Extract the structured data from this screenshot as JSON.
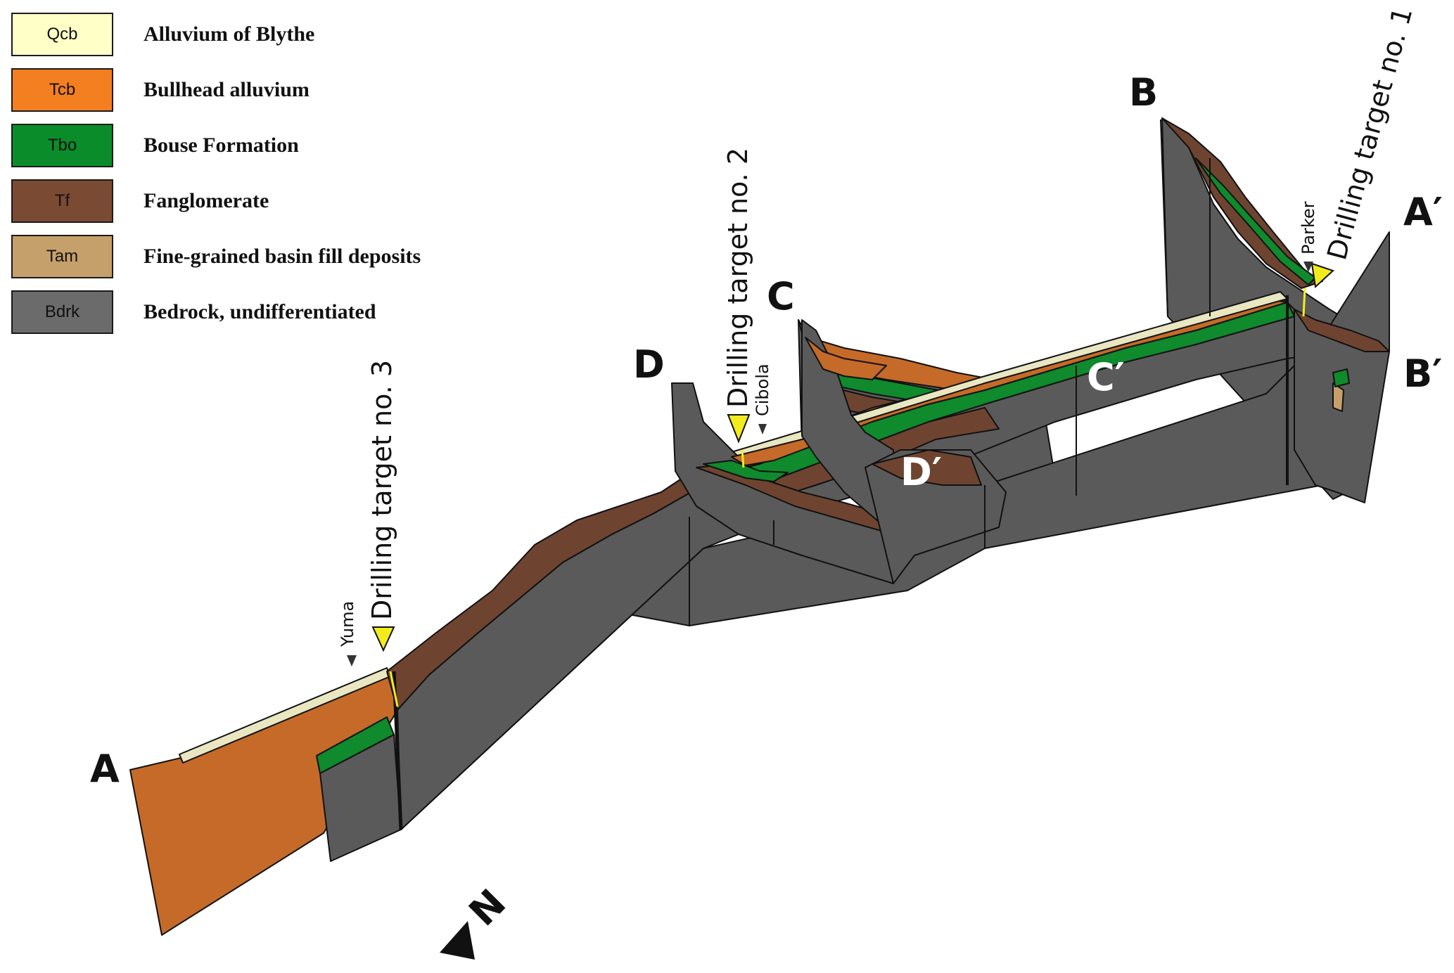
{
  "legend": [
    {
      "code": "Qcb",
      "label": "Alluvium of Blythe",
      "color": "#ffffc8"
    },
    {
      "code": "Tcb",
      "label": "Bullhead alluvium",
      "color": "#f47f20"
    },
    {
      "code": "Tbo",
      "label": "Bouse Formation",
      "color": "#0a8c2a"
    },
    {
      "code": "Tf",
      "label": "Fanglomerate",
      "color": "#7b4a33"
    },
    {
      "code": "Tam",
      "label": "Fine-grained basin fill deposits",
      "color": "#c6a06a"
    },
    {
      "code": "Bdrk",
      "label": "Bedrock, undifferentiated",
      "color": "#6b6b6b"
    }
  ],
  "section_labels": {
    "a": "A",
    "a_prime": "A′",
    "b": "B",
    "b_prime": "B′",
    "c": "C",
    "c_prime": "C′",
    "d": "D",
    "d_prime": "D′"
  },
  "targets": {
    "t1": "Drilling target no. 1",
    "t2": "Drilling target no. 2",
    "t3": "Drilling target no. 3"
  },
  "towns": {
    "yuma": "Yuma",
    "cibola": "Cibola",
    "parker": "Parker"
  },
  "north": "N",
  "colors": {
    "bedrock_face": "#5a5a5a",
    "bedrock_dark": "#4a4a4a",
    "tcb_fill": "#c56a28",
    "qcb_fill": "#e9e6c2",
    "tbo_fill": "#0f8a2c",
    "tf_fill": "#6e4430",
    "tam_fill": "#c6a06a",
    "target_yellow": "#f2ec1c"
  }
}
